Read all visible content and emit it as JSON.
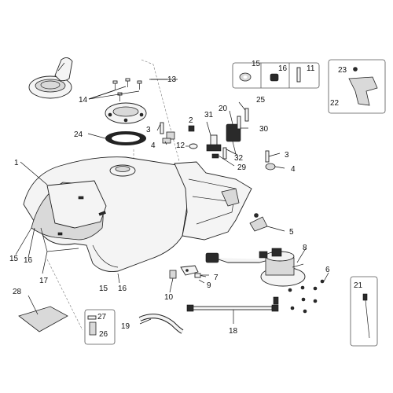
{
  "callouts": {
    "c1": "1",
    "c2": "2",
    "c3a": "3",
    "c3b": "3",
    "c4a": "4",
    "c4b": "4",
    "c5": "5",
    "c6": "6",
    "c7": "7",
    "c8": "8",
    "c9": "9",
    "c10": "10",
    "c11": "11",
    "c12": "12",
    "c13": "13",
    "c14": "14",
    "c15a": "15",
    "c15b": "15",
    "c15c": "15",
    "c16a": "16",
    "c16b": "16",
    "c16c": "16",
    "c17": "17",
    "c18": "18",
    "c19": "19",
    "c20": "20",
    "c21": "21",
    "c22": "22",
    "c23": "23",
    "c24": "24",
    "c25": "25",
    "c26": "26",
    "c27": "27",
    "c28": "28",
    "c29": "29",
    "c30": "30",
    "c31": "31",
    "c32": "32"
  }
}
